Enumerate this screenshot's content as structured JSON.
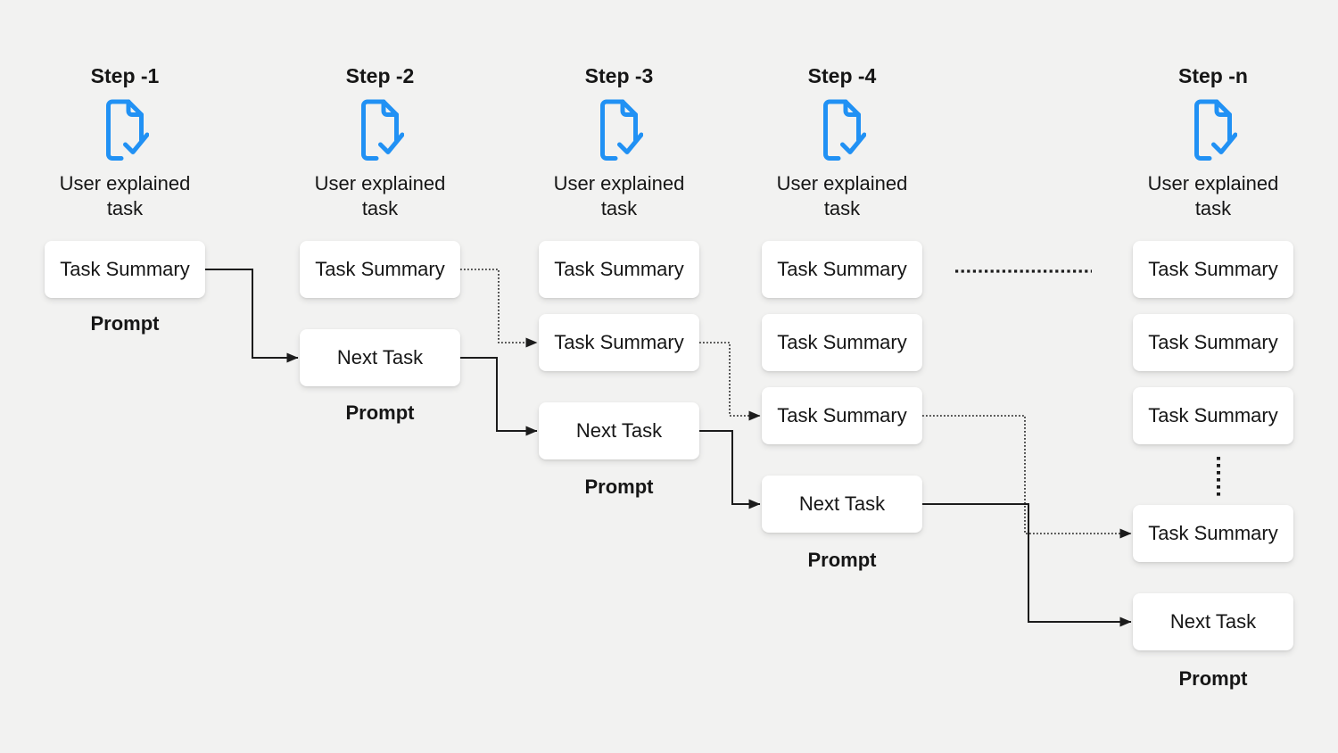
{
  "colors": {
    "bg": "#f2f2f1",
    "accent": "#2191f4",
    "text": "#161616",
    "line": "#1c1c1c",
    "boxbg": "#ffffff"
  },
  "columns": [
    {
      "title": "Step -1",
      "icon": "document-check-icon",
      "subtitle": "User explained task",
      "boxes": [
        "Task Summary"
      ],
      "prompt": "Prompt"
    },
    {
      "title": "Step -2",
      "icon": "document-check-icon",
      "subtitle": "User explained task",
      "boxes": [
        "Task Summary",
        "Next Task"
      ],
      "prompt": "Prompt"
    },
    {
      "title": "Step -3",
      "icon": "document-check-icon",
      "subtitle": "User explained task",
      "boxes": [
        "Task Summary",
        "Task Summary",
        "Next Task"
      ],
      "prompt": "Prompt"
    },
    {
      "title": "Step -4",
      "icon": "document-check-icon",
      "subtitle": "User explained task",
      "boxes": [
        "Task Summary",
        "Task Summary",
        "Task Summary",
        "Next Task"
      ],
      "prompt": "Prompt"
    },
    {
      "title": "Step -n",
      "icon": "document-check-icon",
      "subtitle": "User explained task",
      "boxes": [
        "Task Summary",
        "Task Summary",
        "Task Summary",
        "Task Summary",
        "Next Task"
      ],
      "prompt": "Prompt"
    }
  ]
}
